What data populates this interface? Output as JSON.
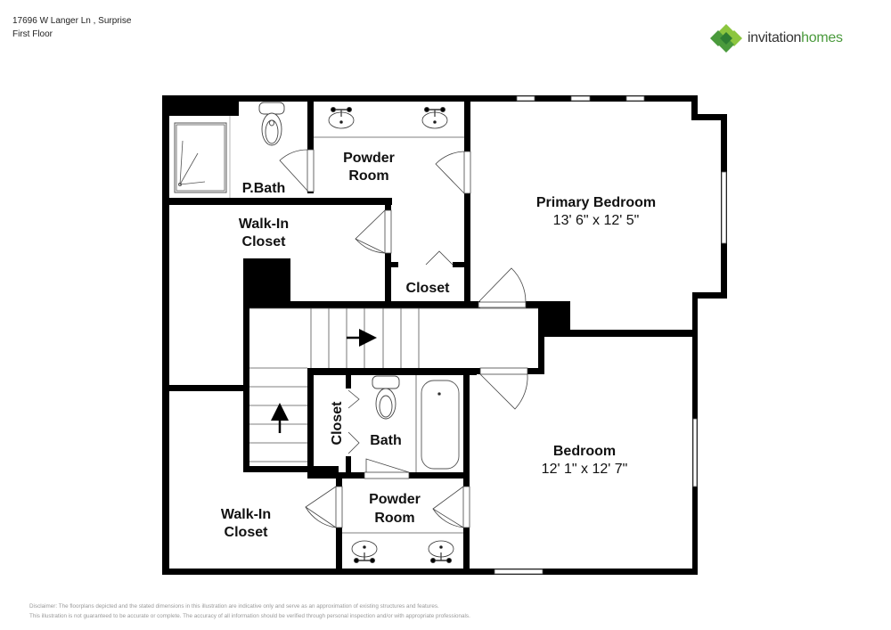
{
  "header": {
    "address": "17696 W Langer Ln , Surprise",
    "floor": "First Floor"
  },
  "brand": {
    "name_part1": "invitation",
    "name_part2": "homes",
    "colors": {
      "dark_green": "#2e7d32",
      "mid_green": "#4a9a3c",
      "light_green": "#8cc63f"
    }
  },
  "rooms": {
    "p_bath": {
      "label": "P.Bath"
    },
    "powder_room_top": {
      "label_line1": "Powder",
      "label_line2": "Room"
    },
    "primary_bedroom": {
      "label": "Primary Bedroom",
      "dimensions": "13' 6\" x 12' 5\""
    },
    "walk_in_closet_top": {
      "label_line1": "Walk-In",
      "label_line2": "Closet"
    },
    "closet_hall": {
      "label": "Closet"
    },
    "closet_vertical": {
      "label": "Closet"
    },
    "bath": {
      "label": "Bath"
    },
    "bedroom": {
      "label": "Bedroom",
      "dimensions": "12' 1\" x 12' 7\""
    },
    "walk_in_closet_bottom": {
      "label_line1": "Walk-In",
      "label_line2": "Closet"
    },
    "powder_room_bottom": {
      "label_line1": "Powder",
      "label_line2": "Room"
    }
  },
  "disclaimer": {
    "line1": "Disclaimer: The floorplans depicted and the stated dimensions in this illustration are indicative only and serve as an approximation of existing structures and features.",
    "line2": "This illustration is not guaranteed to be accurate or complete. The accuracy of all information should be verified through personal inspection and/or with appropriate professionals."
  }
}
